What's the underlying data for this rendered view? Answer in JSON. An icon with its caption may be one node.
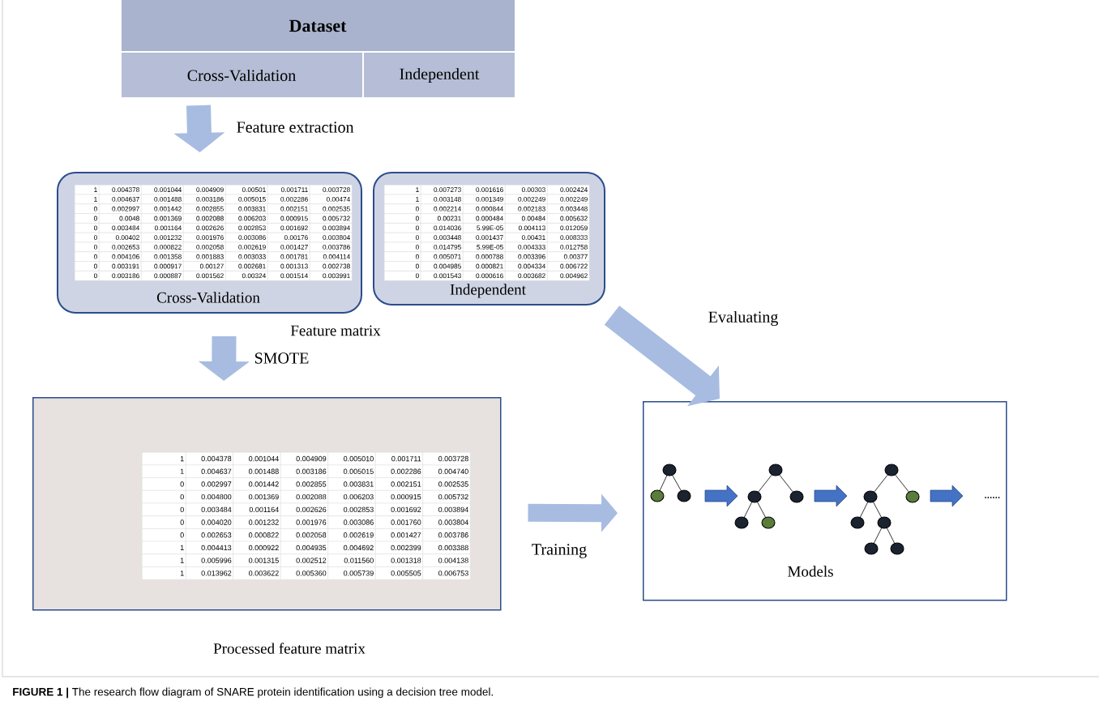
{
  "diagram": {
    "caption": "**FIGURE 1 |** The research flow diagram of SNARE protein identification using a decision tree model.",
    "nodes": [
      {
        "text": [
          "Dataset"
        ]
      },
      {
        "text": [
          "Cross-Validation"
        ]
      },
      {
        "text": [
          "Independent"
        ]
      },
      {
        "text": [
          "Cross-Validation"
        ]
      },
      {
        "text": [
          "Independent"
        ]
      },
      {
        "text": [
          "Processed feature matrix"
        ]
      },
      {
        "text": [
          "Models"
        ]
      }
    ],
    "edges": [
      {
        "from": 1,
        "to": 3,
        "arrow": "to",
        "label": "Feature extraction"
      },
      {
        "from": 3,
        "to": 5,
        "arrow": "to",
        "label": "SMOTE"
      },
      {
        "from": 4,
        "to": 6,
        "arrow": "to",
        "label": "Evaluating"
      },
      {
        "from": 5,
        "to": 6,
        "arrow": "to",
        "label": "Training"
      }
    ],
    "labels": [
      "1",
      "0.004378",
      "0.001044",
      "0.004909",
      "0.00501",
      "0.001711",
      "0.003728",
      "1",
      "0.004637",
      "0.001488",
      "0.003186",
      "0.005015",
      "0.002286",
      "0.00474",
      "0",
      "0.002997",
      "0.001442",
      "0.002855",
      "0.003831",
      "0.002151",
      "0.002535",
      "0",
      "0.0048",
      "0.001369",
      "0.002088",
      "0.006203",
      "0.000915",
      "0.005732",
      "0",
      "0.003484",
      "0.001164",
      "0.002626",
      "0.002853",
      "0.001692",
      "0.003894",
      "0",
      "0.00402",
      "0.001232",
      "0.001976",
      "0.003086",
      "0.00176",
      "0.003804",
      "0",
      "0.002653",
      "0.000822",
      "0.002058",
      "0.002619",
      "0.001427",
      "0.003786",
      "0",
      "0.004106",
      "0.001358",
      "0.001883",
      "0.003033",
      "0.001781",
      "0.004114",
      "0",
      "0.003191",
      "0.000917",
      "0.00127",
      "0.002681",
      "0.001313",
      "0.002738",
      "0",
      "0.003186",
      "0.000887",
      "0.001562",
      "0.00324",
      "0.001514",
      "0.003991",
      "1",
      "0.007273",
      "0.001616",
      "0.00303",
      "0.002424",
      "1",
      "0.003148",
      "0.001349",
      "0.002249",
      "0.002249",
      "0",
      "0.002214",
      "0.000844",
      "0.002183",
      "0.003448",
      "0",
      "0.00231",
      "0.000484",
      "0.00484",
      "0.005632",
      "0",
      "0.014036",
      "5.99E-05",
      "0.004113",
      "0.012059",
      "0",
      "0.003448",
      "0.001437",
      "0.00431",
      "0.008333",
      "0",
      "0.014795",
      "5.99E-05",
      "0.004333",
      "0.012758",
      "0",
      "0.005071",
      "0.000788",
      "0.003396",
      "0.00377",
      "0",
      "0.004985",
      "0.000821",
      "0.004334",
      "0.006722",
      "0",
      "0.001543",
      "0.000616",
      "0.003682",
      "0.004962",
      "Feature matrix",
      "1",
      "0.004378",
      "0.001044",
      "0.004909",
      "0.005010",
      "0.001711",
      "0.003728",
      "1",
      "0.004637",
      "0.001488",
      "0.003186",
      "0.005015",
      "0.002286",
      "0.004740",
      "0",
      "0.002997",
      "0.001442",
      "0.002855",
      "0.003831",
      "0.002151",
      "0.002535",
      "0",
      "0.004800",
      "0.001369",
      "0.002088",
      "0.006203",
      "0.000915",
      "0.005732",
      "0",
      "0.003484",
      "0.001164",
      "0.002626",
      "0.002853",
      "0.001692",
      "0.003894",
      "0",
      "0.004020",
      "0.001232",
      "0.001976",
      "0.003086",
      "0.001760",
      "0.003804",
      "0",
      "0.002653",
      "0.000822",
      "0.002058",
      "0.002619",
      "0.001427",
      "0.003786",
      "1",
      "0.004413",
      "0.000922",
      "0.004935",
      "0.004692",
      "0.002399",
      "0.003388",
      "1",
      "0.005996",
      "0.001315",
      "0.002512",
      "0.011560",
      "0.001318",
      "0.004138",
      "1",
      "0.013962",
      "0.003622",
      "0.005360",
      "0.005739",
      "0.005505",
      "0.006753"
    ]
  }
}
